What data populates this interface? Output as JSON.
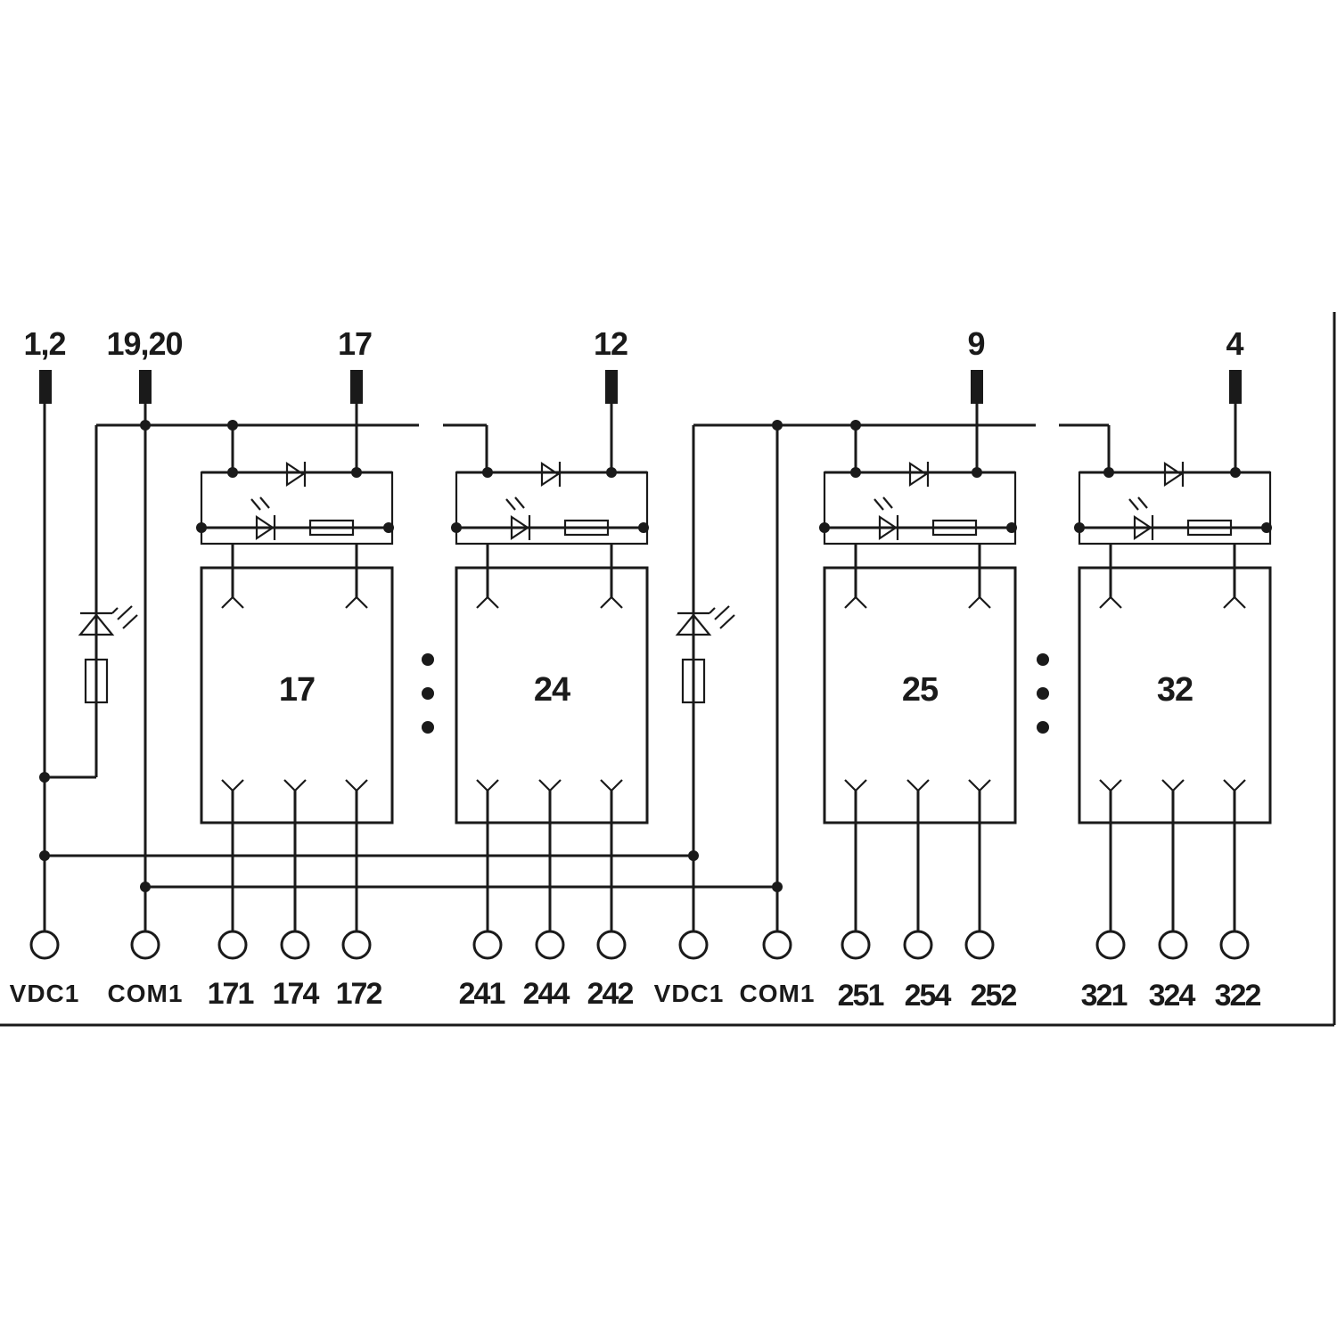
{
  "connector_labels": [
    "1,2",
    "19,20",
    "17",
    "12",
    "9",
    "4"
  ],
  "relays": [
    {
      "label": "17",
      "terminals": [
        "171",
        "174",
        "172"
      ]
    },
    {
      "label": "24",
      "terminals": [
        "241",
        "244",
        "242"
      ]
    },
    {
      "label": "25",
      "terminals": [
        "251",
        "254",
        "252"
      ]
    },
    {
      "label": "32",
      "terminals": [
        "321",
        "324",
        "322"
      ]
    }
  ],
  "supply_groups": [
    {
      "vdc": "VDC1",
      "com": "COM1"
    },
    {
      "vdc": "VDC1",
      "com": "COM1"
    }
  ],
  "icons": {
    "terminal": "screw-terminal-icon",
    "connector": "plug-connector-icon",
    "diode": "diode-icon",
    "led": "led-icon",
    "resistor": "resistor-icon",
    "ellipsis": "vertical-ellipsis-icon"
  },
  "colors": {
    "line": "#1a1a1a",
    "background": "#ffffff"
  }
}
